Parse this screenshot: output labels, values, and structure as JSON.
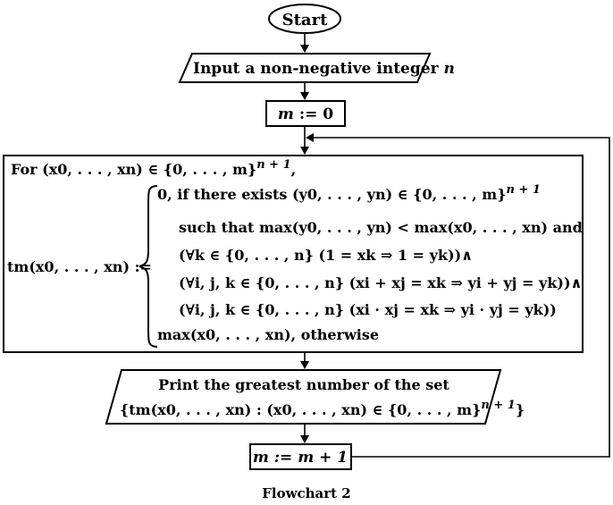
{
  "diagram": {
    "start_label": "Start",
    "input_text": "Input a non-negative integer",
    "input_var": "n",
    "init_var": "m",
    "init_op": ":=",
    "init_val": "0",
    "process": {
      "for_text": "For",
      "for_tuple": "(x0, . . . , xn)",
      "for_set": "∈ {0, . . . , m}",
      "for_exp": "n + 1",
      "lhs": "tm(x0, . . . , xn) :=",
      "case1_a": "0, if there exists",
      "case1_tuple": "(y0, . . . , yn) ∈ {0, . . . , m}",
      "case1_exp": "n + 1",
      "cond1": "such that  max(y0, . . . , yn)  <  max(x0, . . . , xn)  and",
      "cond2": "(∀k ∈ {0, . . . , n} (1 = xk ⇒ 1 = yk))∧",
      "cond3": "(∀i, j, k ∈ {0, . . . , n} (xi + xj = xk ⇒ yi + yj = yk))∧",
      "cond4": "(∀i, j, k ∈ {0, . . . , n} (xi · xj = xk ⇒ yi · yj = yk))",
      "case2": "max(x0, . . . , xn), otherwise"
    },
    "print_line1": "Print the greatest number of the set",
    "print_line2": "{tm(x0, . . . , xn) : (x0, . . . , xn) ∈ {0, . . . , m}",
    "print_exp": "n + 1",
    "print_close": "}",
    "increment": "m := m + 1",
    "caption": "Flowchart 2"
  }
}
